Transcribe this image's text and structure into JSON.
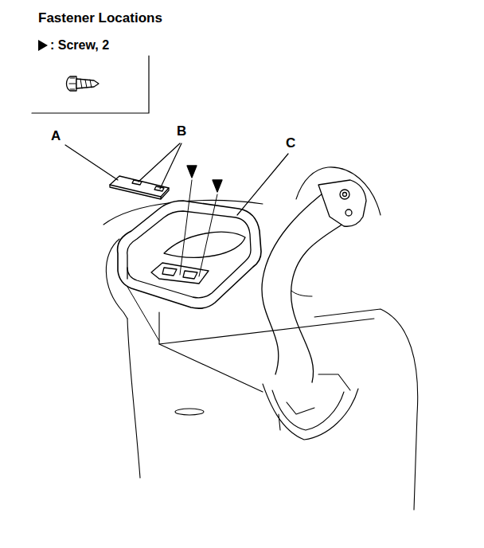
{
  "diagram": {
    "title": "Fastener Locations",
    "labels": [
      "A",
      "B",
      "C"
    ],
    "legend": [
      {
        "text": ": Screw, 2"
      }
    ]
  }
}
